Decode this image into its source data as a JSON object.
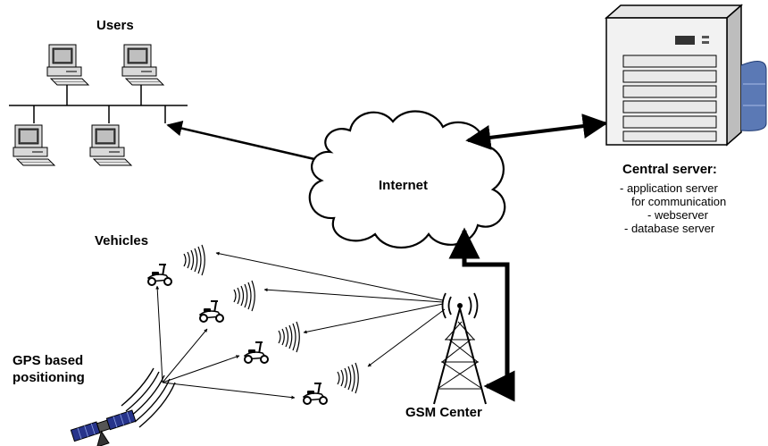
{
  "labels": {
    "users": "Users",
    "internet": "Internet",
    "central_server_title": "Central server:",
    "central_server_lines": [
      "- application server",
      "for communication",
      "- webserver",
      "- database server"
    ],
    "vehicles": "Vehicles",
    "gps_line1": "GPS based",
    "gps_line2": "positioning",
    "gsm_center": "GSM Center"
  },
  "icons": {
    "computer": "desktop-computer-icon",
    "server": "server-tower-icon",
    "database": "database-cylinder-icon",
    "cloud": "cloud-icon",
    "scooter": "scooter-icon",
    "tower": "radio-tower-icon",
    "satellite": "satellite-icon"
  },
  "colors": {
    "stroke": "#000000",
    "computer_body": "#d9d9d9",
    "screen": "#4d4d4d",
    "server_body": "#f2f2f2",
    "database": "#5b79b5",
    "satellite_panel": "#27348b"
  }
}
